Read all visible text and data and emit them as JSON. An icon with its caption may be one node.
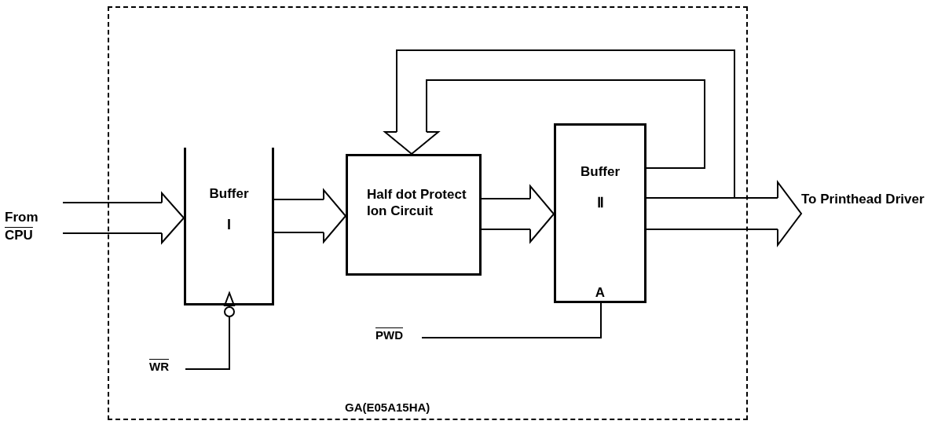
{
  "diagram": {
    "nodes": [
      {
        "text": [
          "GA(E05A15HA)"
        ]
      },
      {
        "text": [
          "From",
          "CPU"
        ]
      },
      {
        "text": [
          "Buffer",
          "I"
        ],
        "in": 0
      },
      {
        "text": [
          "Half dot Protect Ion Circuit"
        ],
        "in": 0
      },
      {
        "text": [
          "Buffer",
          "Ⅱ",
          "A"
        ],
        "in": 0
      },
      {
        "text": [
          "To Printhead Driver"
        ]
      },
      {
        "text": [
          "WR"
        ],
        "in": 0
      },
      {
        "text": [
          "PWD"
        ],
        "in": 0
      }
    ],
    "edges": [
      {
        "from": 1,
        "to": 2,
        "arrow": "to"
      },
      {
        "from": 2,
        "to": 3,
        "arrow": "to"
      },
      {
        "from": 3,
        "to": 4,
        "arrow": "to"
      },
      {
        "from": 4,
        "to": 3,
        "arrow": "to"
      },
      {
        "from": 4,
        "to": 5,
        "arrow": "to"
      },
      {
        "from": 6,
        "to": 2,
        "arrow": "to"
      },
      {
        "from": 7,
        "to": 4,
        "arrow": "none"
      }
    ]
  }
}
